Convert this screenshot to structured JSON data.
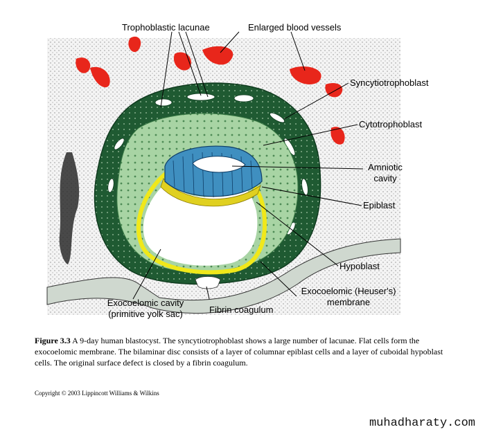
{
  "labels": {
    "trophoblastic_lacunae": "Trophoblastic lacunae",
    "enlarged_blood_vessels": "Enlarged blood vessels",
    "syncytiotrophoblast": "Syncytiotrophoblast",
    "cytotrophoblast": "Cytotrophoblast",
    "amniotic_cavity_line1": "Amniotic",
    "amniotic_cavity_line2": "cavity",
    "epiblast": "Epiblast",
    "hypoblast": "Hypoblast",
    "exocoelomic_membrane_line1": "Exocoelomic (Heuser's)",
    "exocoelomic_membrane_line2": "membrane",
    "exocoelomic_cavity_line1": "Exocoelomic cavity",
    "exocoelomic_cavity_line2": "(primitive yolk sac)",
    "fibrin_coagulum": "Fibrin coagulum"
  },
  "caption": {
    "figure_number": "Figure 3.3",
    "text": "A 9-day human blastocyst. The syncytiotrophoblast shows a large number of lacunae. Flat cells form the exocoelomic membrane. The bilaminar disc consists of a layer of columnar epiblast cells and a layer of cuboidal hypoblast cells. The original surface defect is closed by a fibrin coagulum."
  },
  "copyright": "Copyright © 2003 Lippincott Williams & Wilkins",
  "watermark": "muhadharaty.com",
  "colors": {
    "syncytiotrophoblast": "#1f5a32",
    "cytotrophoblast": "#9ccc9c",
    "blood_vessels": "#e8261b",
    "amnion": "#3f8fc0",
    "hypoblast": "#e0d020",
    "membrane": "#f0e81a",
    "background_stipple": "#e8e8e8"
  }
}
